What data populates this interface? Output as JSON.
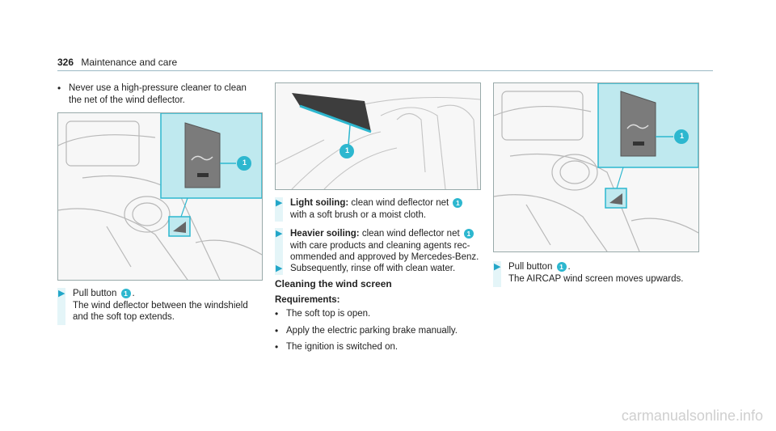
{
  "header": {
    "page_number": "326",
    "title": "Maintenance and care"
  },
  "col1": {
    "warning_bullet": "Never use a high-pressure cleaner to clean\nthe net of the wind deflector.",
    "step": {
      "arrow": "▶",
      "text_pre": "Pull button ",
      "callout": "1",
      "text_post": ".\nThe wind deflector between the windshield\nand the soft top extends."
    }
  },
  "col2": {
    "step1": {
      "arrow": "▶",
      "label": "Light soiling:",
      "text_pre": " clean wind deflector net ",
      "callout": "1",
      "text_post": "\nwith a soft brush or a moist cloth."
    },
    "step2": {
      "arrow": "▶",
      "label": "Heavier soiling:",
      "text_pre": " clean wind deflector net ",
      "callout": "1",
      "text_post": "\nwith care products and cleaning agents rec-\nommended and approved by Mercedes-Benz."
    },
    "step3": {
      "arrow": "▶",
      "text": "Subsequently, rinse off with clean water."
    },
    "section_title": "Cleaning the wind screen",
    "requirements_label": "Requirements:",
    "requirements": [
      "The soft top is open.",
      "Apply the electric parking brake manually.",
      "The ignition is switched on."
    ]
  },
  "col3": {
    "step": {
      "arrow": "▶",
      "text_pre": "Pull button ",
      "callout": "1",
      "text_post": ".\nThe AIRCAP wind screen moves upwards."
    }
  },
  "figures": {
    "callout": "1"
  },
  "colors": {
    "accent": "#2db7cf",
    "highlight": "#bfe9ef",
    "step_bar": "#e4f5f8"
  },
  "footer": {
    "watermark": "carmanualsonline.info"
  }
}
